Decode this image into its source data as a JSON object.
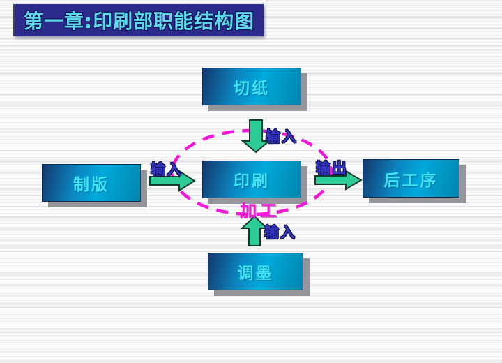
{
  "slide": {
    "title": "第一章:印刷部职能结构图"
  },
  "diagram": {
    "nodes": [
      {
        "id": "cut-paper",
        "label": "切纸"
      },
      {
        "id": "plate-making",
        "label": "制版"
      },
      {
        "id": "printing",
        "label": "印刷"
      },
      {
        "id": "post-process",
        "label": "后工序"
      },
      {
        "id": "ink-mixing",
        "label": "调墨"
      }
    ],
    "labels": {
      "input_top": "输入",
      "input_left": "输入",
      "input_bottom": "输入",
      "output": "输出",
      "processing": "加工"
    }
  },
  "colors": {
    "title_bar_bg": "#2B2B8C",
    "title_text": "#5CD9E8",
    "box_dark": "#12386E",
    "box_bright": "#00A9DC",
    "box_teal": "#0086AC",
    "box_text": "#3FE3F5",
    "arrow_fill": "#2DCB96",
    "arrow_outline": "#123c2c",
    "label_blue": "#3535CC",
    "magenta": "#F318D8"
  }
}
